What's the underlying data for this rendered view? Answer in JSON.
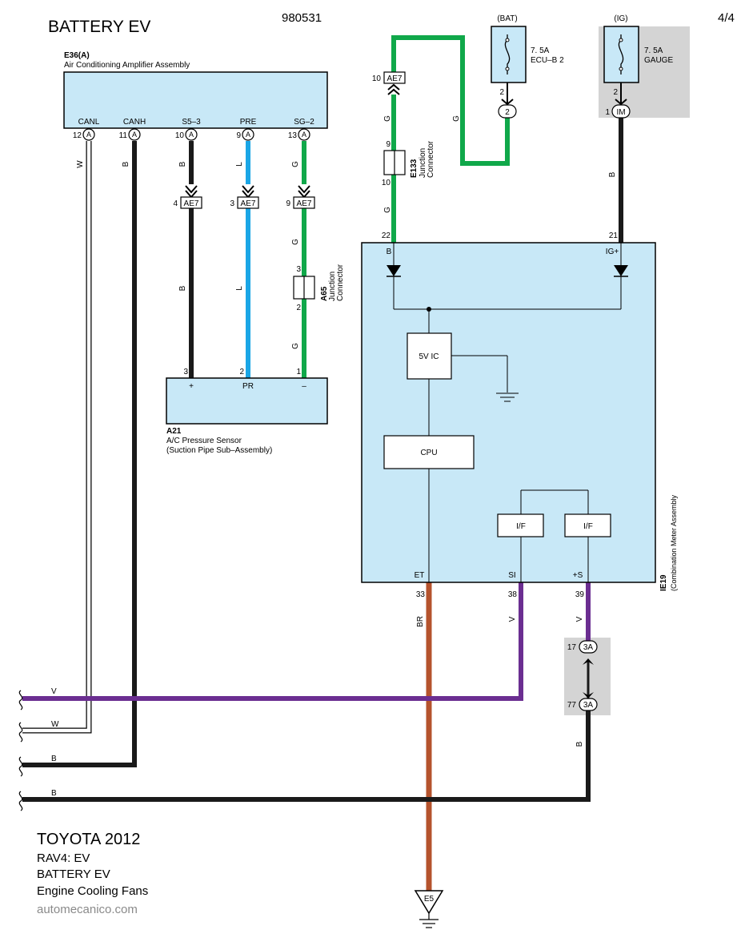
{
  "header": {
    "title": "BATTERY EV",
    "code": "980531",
    "page": "4/4"
  },
  "amplifier": {
    "ref": "E36(A)",
    "name": "Air Conditioning Amplifier Assembly",
    "terminals": [
      {
        "label": "CANL",
        "pin": "12",
        "conn": "A"
      },
      {
        "label": "CANH",
        "pin": "11",
        "conn": "A"
      },
      {
        "label": "S5–3",
        "pin": "10",
        "conn": "A"
      },
      {
        "label": "PRE",
        "pin": "9",
        "conn": "A"
      },
      {
        "label": "SG–2",
        "pin": "13",
        "conn": "A"
      }
    ]
  },
  "connector_ae7": {
    "name": "AE7",
    "pins": [
      "4",
      "3",
      "9",
      "10"
    ]
  },
  "wire_colors": {
    "W": "W",
    "B": "B",
    "L": "L",
    "G": "G",
    "V": "V",
    "BR": "BR",
    "green_hex": "#10a84a",
    "blue_hex": "#1aa6e6",
    "purple_hex": "#6b2e91",
    "brown_hex": "#b5532d",
    "black_hex": "#1a1a1a"
  },
  "a65": {
    "ref": "A65",
    "line1": "Junction",
    "line2": "Connector",
    "pin_top": "3",
    "pin_bottom": "2"
  },
  "e133": {
    "ref": "E133",
    "line1": "Junction",
    "line2": "Connector",
    "pin_top": "9",
    "pin_bottom": "10"
  },
  "sensor": {
    "ref": "A21",
    "line1": "A/C Pressure Sensor",
    "line2": "(Suction Pipe Sub–Assembly)",
    "term_plus": "+",
    "term_pr": "PR",
    "term_minus": "–",
    "pin_plus": "3",
    "pin_pr": "2",
    "pin_minus": "1"
  },
  "fuse_bat": {
    "supply": "(BAT)",
    "rating": "7. 5A",
    "name": "ECU–B 2",
    "pin": "2",
    "conn": "2"
  },
  "fuse_ig": {
    "supply": "(IG)",
    "rating": "7. 5A",
    "name": "GAUGE",
    "pin_top": "2",
    "pin": "1",
    "conn": "IM"
  },
  "meter": {
    "ref": "IE19",
    "name": "(Combination Meter Assembly",
    "pin_b": "22",
    "pin_ig": "21",
    "term_b": "B",
    "term_ig": "IG+",
    "ic_label": "5V IC",
    "cpu_label": "CPU",
    "if1_label": "I/F",
    "if2_label": "I/F",
    "term_et": "ET",
    "term_si": "SI",
    "term_s": "+S",
    "pin_et": "33",
    "pin_si": "38",
    "pin_s": "39"
  },
  "junction_3a": {
    "conn": "3A",
    "pin_top": "17",
    "pin_bottom": "77"
  },
  "ground": {
    "label": "E5"
  },
  "left_wires": [
    {
      "color": "V"
    },
    {
      "color": "W"
    },
    {
      "color": "B"
    },
    {
      "color": "B"
    }
  ],
  "footer": {
    "make": "TOYOTA 2012",
    "model": "RAV4: EV",
    "variant": "BATTERY EV",
    "system": "Engine Cooling Fans",
    "site": "automecanico.com"
  }
}
